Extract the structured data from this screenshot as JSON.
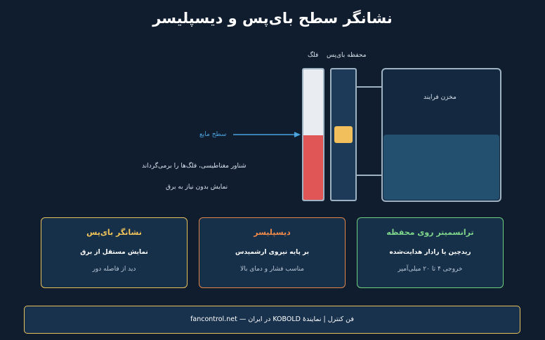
{
  "title": "نشانگر سطح بای‌پس و دیسپلیسر",
  "diagram": {
    "label_flag": "فلگ",
    "label_bypass_chamber": "محفظه بای‌پس",
    "label_process_tank": "مخزن فرایند",
    "label_liquid_level": "سطح مایع",
    "note_float": "شناور مغناطیسی، فلگ‌ها را برمی‌گرداند",
    "note_no_power": "نمایش بدون نیاز به برق",
    "colors": {
      "flag_red": "#e05555",
      "magnet_yellow": "#f1c05c",
      "arrow_blue": "#4aa3df",
      "liquid": "#23506f"
    }
  },
  "cards": [
    {
      "title": "نشانگر بای‌پس",
      "line1": "نمایش مستقل از برق",
      "line2": "دید از فاصله دور",
      "color": "#e8c15a"
    },
    {
      "title": "دیسپلیسر",
      "line1": "بر پایه نیروی ارشمیدس",
      "line2": "مناسب فشار و دمای بالا",
      "color": "#e0844a"
    },
    {
      "title": "ترانسمیتر روی محفظه",
      "line1": "ریدچین یا رادار هدایت‌شده",
      "line2": "خروجی ۴ تا ۲۰ میلی‌آمپر",
      "color": "#6fcf7d"
    }
  ],
  "footer": "فن کنترل | نمایندهٔ KOBOLD در ایران — fancontrol.net"
}
